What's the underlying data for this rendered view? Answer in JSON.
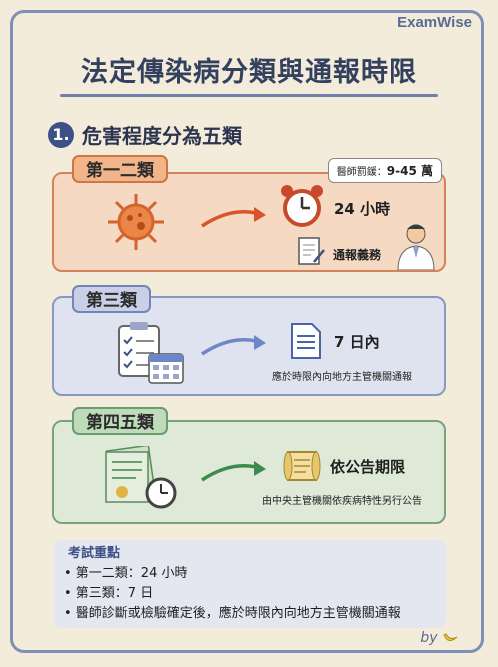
{
  "brand": "ExamWise",
  "title": "法定傳染病分類與通報時限",
  "section": {
    "number": "1.",
    "title": "危害程度分為五類"
  },
  "cards": [
    {
      "tag": "第一二類",
      "fine_prefix": "醫師罰鍰：",
      "fine_value": "9-45 萬",
      "main": "24 小時",
      "secondary": "通報義務",
      "icons": [
        "virus-icon",
        "arrow-icon",
        "alarm-clock-icon",
        "report-form-icon",
        "doctor-icon"
      ]
    },
    {
      "tag": "第三類",
      "main": "7 日內",
      "secondary": "應於時限內向地方主管機關通報",
      "icons": [
        "clipboard-checklist-icon",
        "calendar-icon",
        "arrow-icon",
        "document-icon"
      ]
    },
    {
      "tag": "第四五類",
      "main": "依公告期限",
      "secondary": "由中央主管機關依疾病特性另行公告",
      "icons": [
        "certificate-stack-icon",
        "clock-icon",
        "arrow-icon",
        "scroll-icon"
      ]
    }
  ],
  "notes": {
    "heading": "考試重點",
    "items": [
      "• 第一二類：24 小時",
      "• 第三類：7 日",
      "• 醫師診斷或檢驗確定後，應於時限內向地方主管機關通報"
    ]
  },
  "signature": "by",
  "colors": {
    "accent": "#3e5187",
    "card1": "#f6d9c2",
    "card2": "#dfe3ef",
    "card3": "#dfe9d8",
    "arrow1": "#d8542d",
    "arrow2": "#6f86c6",
    "arrow3": "#3c8a4e"
  }
}
